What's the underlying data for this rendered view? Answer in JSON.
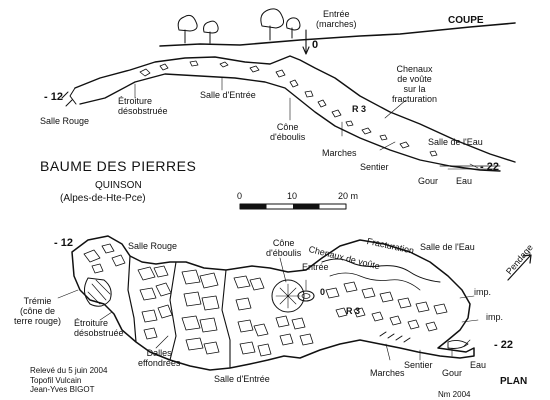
{
  "section": {
    "label": "COUPE",
    "labels": {
      "entrance": [
        "Entrée",
        "(marches)"
      ],
      "depth_zero": "0",
      "depth_minus_12": "- 12",
      "salle_rouge": "Salle Rouge",
      "etroiture": [
        "Étroiture",
        "désobstruée"
      ],
      "salle_entree": "Salle d'Entrée",
      "cone": [
        "Cône",
        "d'éboulis"
      ],
      "r3": "R 3",
      "chenaux": [
        "Chenaux",
        "de voûte",
        "sur la",
        "fracturation"
      ],
      "marches": "Marches",
      "sentier": "Sentier",
      "salle_eau": "Salle de l'Eau",
      "depth_minus_22": "- 22",
      "gour": "Gour",
      "eau": "Eau"
    }
  },
  "title": {
    "main": "BAUME DES PIERRES",
    "sub1": "QUINSON",
    "sub2": "(Alpes-de-Hte-Pce)"
  },
  "scale": {
    "ticks": [
      "0",
      "10",
      "20 m"
    ]
  },
  "plan": {
    "label": "PLAN",
    "labels": {
      "depth_minus_12": "- 12",
      "salle_rouge": "Salle Rouge",
      "cone": [
        "Cône",
        "d'éboulis"
      ],
      "chenaux": "Chenaux de voûte",
      "fracturation": "Fracturation",
      "salle_eau": "Salle de l'Eau",
      "pendage": "Pendage",
      "entree": "Entrée",
      "zero": "0",
      "imp1": "imp.",
      "imp2": "imp.",
      "tremie": [
        "Trémie",
        "(cône de",
        "terre rouge)"
      ],
      "etroiture": [
        "Étroiture",
        "désobstruée"
      ],
      "r3": "R 3",
      "dalles": [
        "Dalles",
        "effondrées"
      ],
      "depth_minus_22": "- 22",
      "salle_entree": "Salle d'Entrée",
      "marches": "Marches",
      "sentier": "Sentier",
      "gour": "Gour",
      "eau": "Eau"
    }
  },
  "credits": {
    "lines": [
      "Relevé du 5 juin 2004",
      "Topofil Vulcain",
      "Jean-Yves BIGOT",
      "Nm 2004"
    ]
  }
}
